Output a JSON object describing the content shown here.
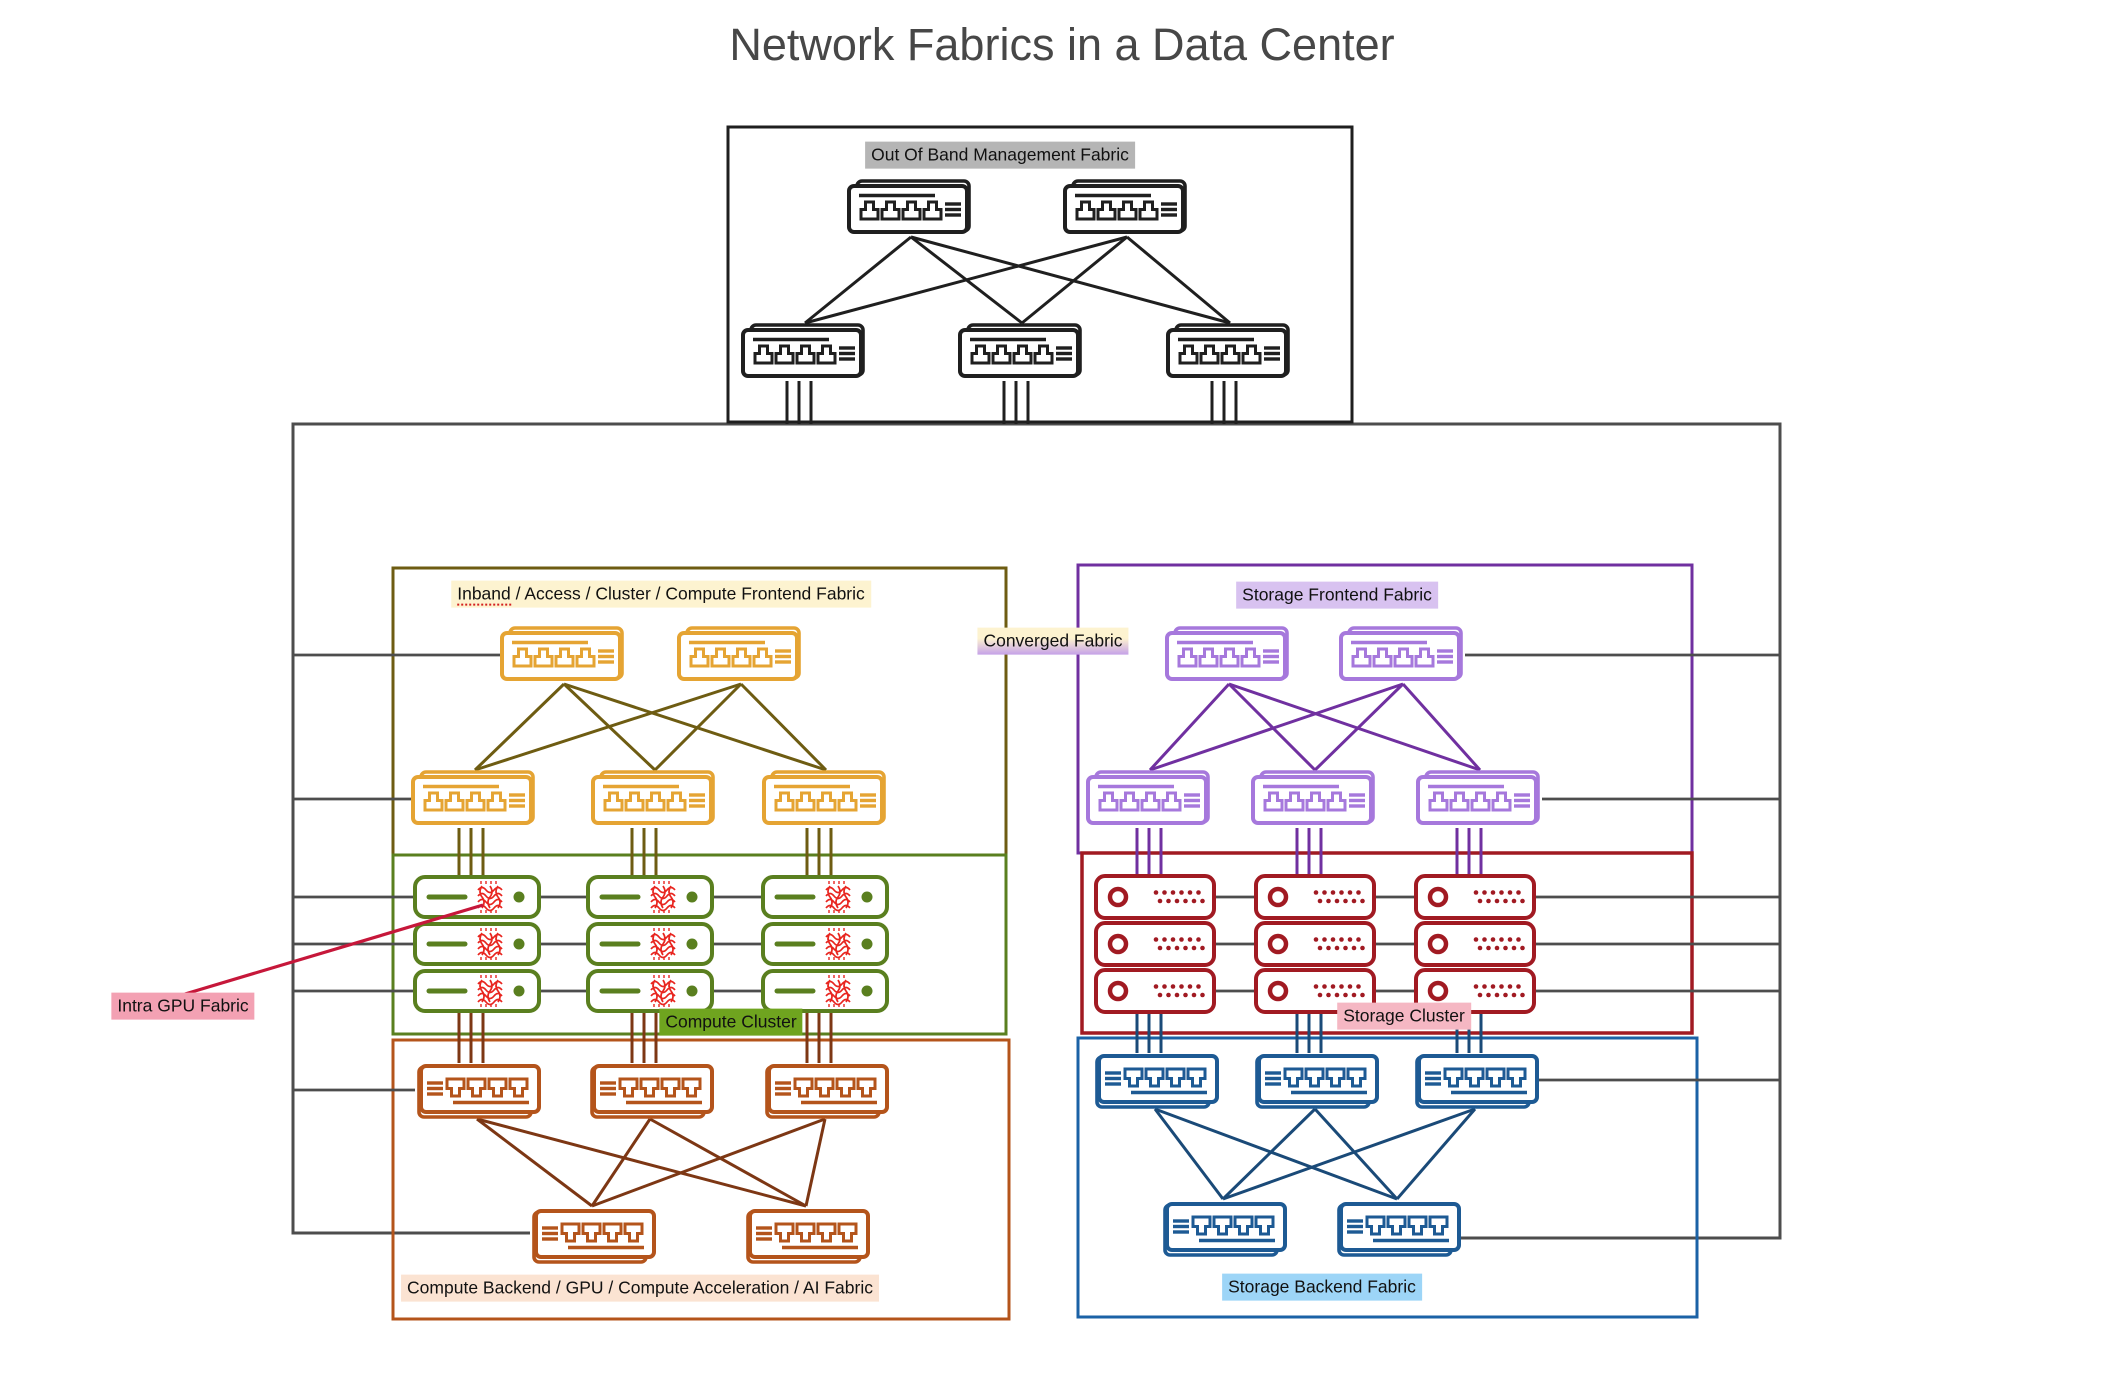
{
  "title": "Network Fabrics in a Data Center",
  "fabrics": {
    "oob": {
      "label": "Out Of Band Management Fabric",
      "highlight": "#b5b5b5",
      "color": "#1f1f1f",
      "line_color": "#1f1f1f",
      "spine_switches": 2,
      "leaf_switches": 3
    },
    "converged": {
      "label": "Converged Fabric",
      "highlight_top": "#fdf3d0",
      "highlight_bottom": "#c5a1e8",
      "color": "#4d4d4d"
    },
    "inband": {
      "label": "Inband / Access / Cluster / Compute Frontend Fabric",
      "highlight": "#fdf3d0",
      "color": "#e5a433",
      "line_color": "#6e5c12",
      "spine_switches": 2,
      "leaf_switches": 3
    },
    "compute_cluster": {
      "label": "Compute Cluster",
      "highlight": "#6fa41f",
      "color": "#5a7f1f",
      "gpu_color": "#e8251f",
      "servers": 9
    },
    "intra_gpu": {
      "label": "Intra GPU Fabric",
      "highlight": "#f3a1b3",
      "line_color": "#c6173a"
    },
    "compute_backend": {
      "label": "Compute Backend / GPU / Compute Acceleration / AI Fabric",
      "highlight": "#fbe3d2",
      "color": "#b4541b",
      "line_color": "#7d3714",
      "leaf_switches": 3,
      "spine_switches": 2
    },
    "storage_frontend": {
      "label": "Storage Frontend Fabric",
      "highlight": "#d8c2f0",
      "color": "#a678dc",
      "line_color": "#7030a0",
      "spine_switches": 2,
      "leaf_switches": 3
    },
    "storage_cluster": {
      "label": "Storage Cluster",
      "highlight": "#f5b7c3",
      "color": "#a11a22",
      "servers": 9
    },
    "storage_backend": {
      "label": "Storage Backend Fabric",
      "highlight": "#9dd5f7",
      "color": "#1d5a94",
      "line_color": "#1a4a78",
      "leaf_switches": 3,
      "spine_switches": 2
    }
  }
}
